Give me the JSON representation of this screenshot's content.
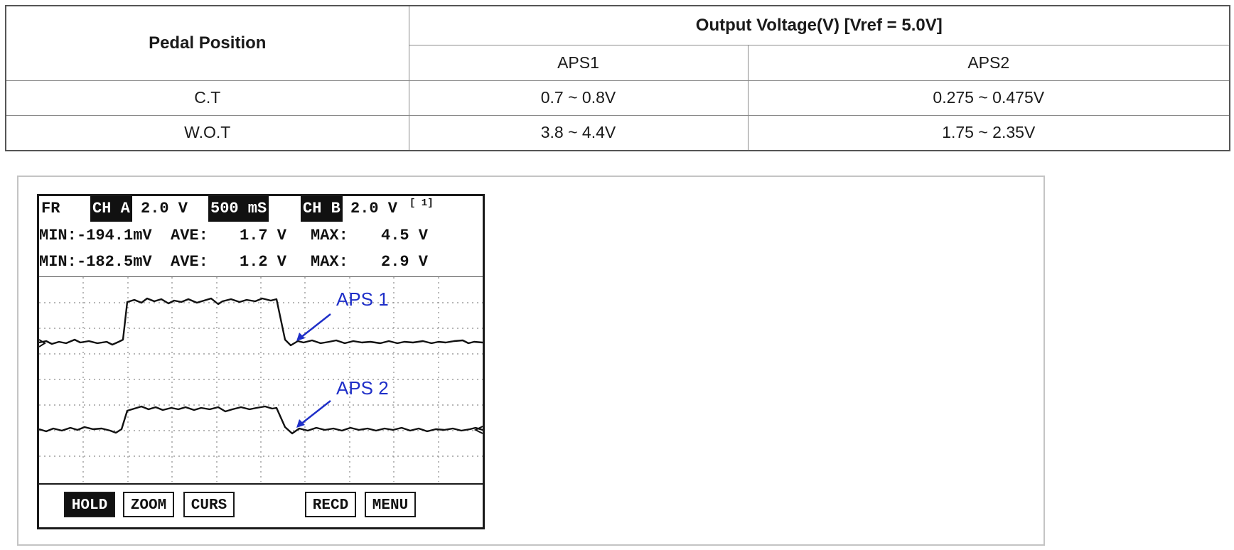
{
  "spec_table": {
    "header_col1": "Pedal Position",
    "header_group": "Output Voltage(V) [Vref = 5.0V]",
    "sub_headers": [
      "APS1",
      "APS2"
    ],
    "rows": [
      {
        "position": "C.T",
        "aps1": "0.7 ~ 0.8V",
        "aps2": "0.275 ~ 0.475V"
      },
      {
        "position": "W.O.T",
        "aps1": "3.8 ~ 4.4V",
        "aps2": "1.75 ~ 2.35V"
      }
    ]
  },
  "scope": {
    "mode": "FR",
    "ch_a_label": "CH A",
    "ch_a_scale": "2.0 V",
    "timebase": "500 mS",
    "ch_b_label": "CH B",
    "ch_b_scale": "2.0 V",
    "page_indicator": "[ 1]",
    "ch_a_stats": {
      "min_label": "MIN:",
      "min": "-194.1mV",
      "ave_label": "AVE:",
      "ave": "1.7 V",
      "max_label": "MAX:",
      "max": "4.5 V"
    },
    "ch_b_stats": {
      "min_label": "MIN:",
      "min": "-182.5mV",
      "ave_label": "AVE:",
      "ave": "1.2 V",
      "max_label": "MAX:",
      "max": "2.9 V"
    },
    "annotations": {
      "trace_a": "APS 1",
      "trace_b": "APS 2"
    },
    "softkeys": [
      {
        "label": "HOLD",
        "active": true
      },
      {
        "label": "ZOOM",
        "active": false
      },
      {
        "label": "CURS",
        "active": false
      },
      {
        "label": "RECD",
        "active": false
      },
      {
        "label": "MENU",
        "active": false
      }
    ],
    "colors": {
      "annotation": "#1f2fc8",
      "trace": "#111111",
      "grid": "#8a8a8a"
    }
  }
}
